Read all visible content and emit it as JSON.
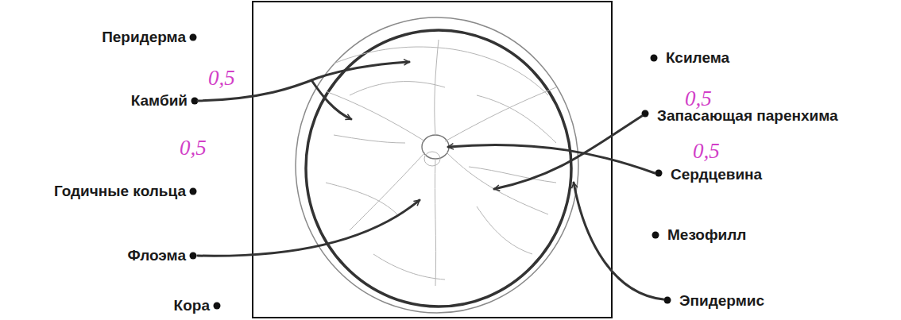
{
  "diagram": {
    "labels": [
      "Перидерма",
      "0,5",
      "Ксилема",
      "Камбий",
      "0,5",
      "Запасающая паренхима",
      "0,5",
      "Годичные кольца",
      "Сердцевина",
      "0,5",
      "Мезофилл",
      "Флоэма",
      "Эпидермис",
      "Кора"
    ]
  }
}
